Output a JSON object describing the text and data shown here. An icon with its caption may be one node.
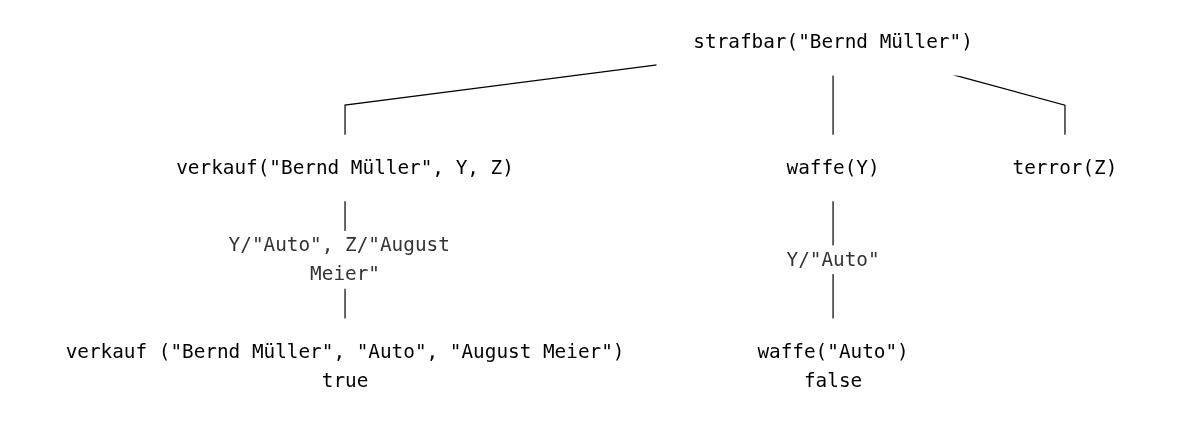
{
  "diagram": {
    "nodes": [
      {
        "text": [
          "strafbar(\"Bernd Müller\")"
        ]
      },
      {
        "text": [
          "verkauf(\"Bernd Müller\", Y, Z)"
        ]
      },
      {
        "text": [
          "waffe(Y)"
        ]
      },
      {
        "text": [
          "terror(Z)"
        ]
      },
      {
        "text": [
          "verkauf (\"Bernd Müller\", \"Auto\", \"August Meier\")",
          "true"
        ]
      },
      {
        "text": [
          "waffe(\"Auto\")",
          "false"
        ]
      }
    ],
    "edges": [
      {
        "from": 0,
        "to": 1,
        "arrow": "none"
      },
      {
        "from": 0,
        "to": 2,
        "arrow": "none"
      },
      {
        "from": 0,
        "to": 3,
        "arrow": "none"
      },
      {
        "from": 1,
        "to": 4,
        "arrow": "none",
        "label": "Y/\"Auto\", Z/\"August Meier\""
      },
      {
        "from": 2,
        "to": 5,
        "arrow": "none",
        "label": "Y/\"Auto\""
      }
    ]
  }
}
